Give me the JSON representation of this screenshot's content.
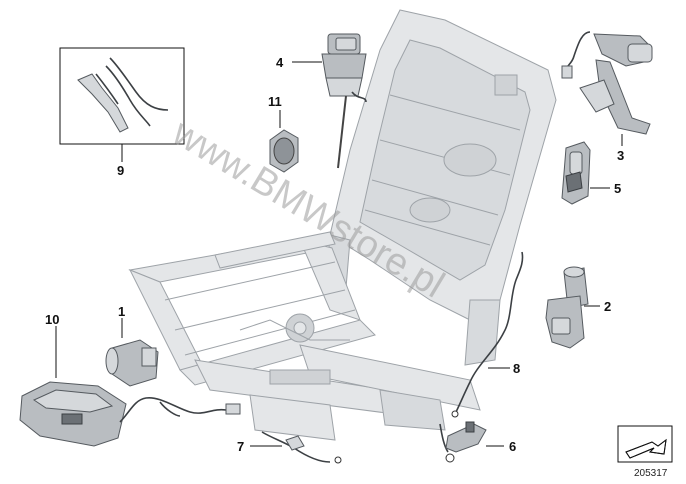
{
  "callouts": [
    {
      "id": "1",
      "label": "1"
    },
    {
      "id": "2",
      "label": "2"
    },
    {
      "id": "3",
      "label": "3"
    },
    {
      "id": "4",
      "label": "4"
    },
    {
      "id": "5",
      "label": "5"
    },
    {
      "id": "6",
      "label": "6"
    },
    {
      "id": "7",
      "label": "7"
    },
    {
      "id": "8",
      "label": "8"
    },
    {
      "id": "9",
      "label": "9"
    },
    {
      "id": "10",
      "label": "10"
    },
    {
      "id": "11",
      "label": "11"
    }
  ],
  "watermark": "www.BMWstore.pl",
  "reference_number": "205317",
  "icon": "seat-view-arrow-icon",
  "colors": {
    "frame_fill": "#e4e6e8",
    "part_fill": "#b9bdc1",
    "line": "#111111"
  }
}
